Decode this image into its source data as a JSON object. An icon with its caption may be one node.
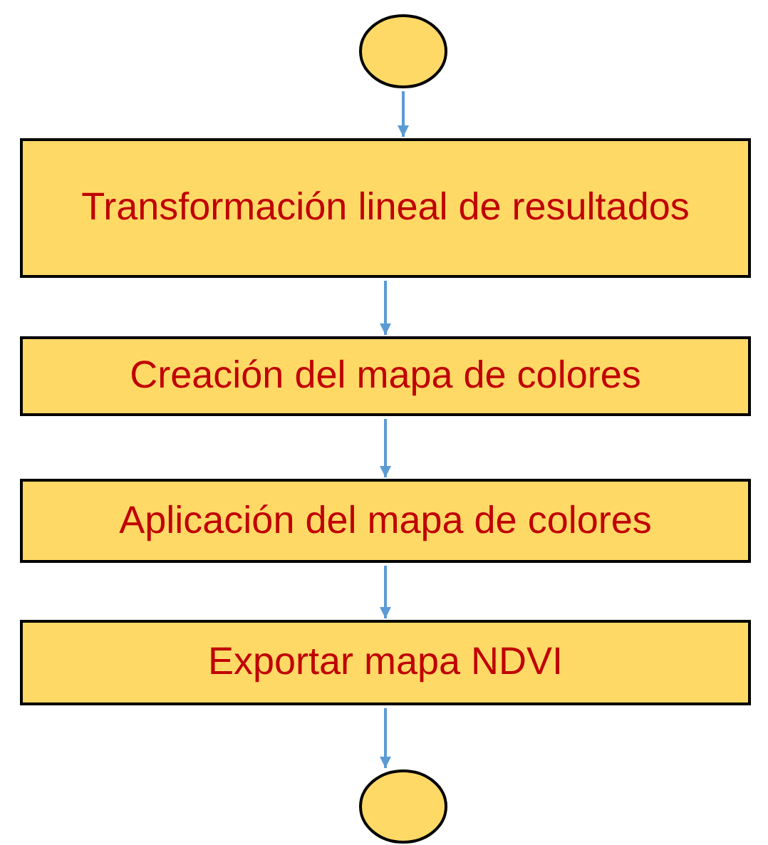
{
  "diagram": {
    "nodes": [
      {
        "text": [],
        "shape": "circle"
      },
      {
        "text": [
          "Transformación lineal de resultados"
        ]
      },
      {
        "text": [
          "Creación del mapa de colores"
        ]
      },
      {
        "text": [
          "Aplicación del mapa de colores"
        ]
      },
      {
        "text": [
          "Exportar mapa NDVI"
        ]
      },
      {
        "text": [],
        "shape": "circle"
      }
    ],
    "edges": [
      {
        "from": 0,
        "to": 1,
        "arrow": "to"
      },
      {
        "from": 1,
        "to": 2,
        "arrow": "to"
      },
      {
        "from": 2,
        "to": 3,
        "arrow": "to"
      },
      {
        "from": 3,
        "to": 4,
        "arrow": "to"
      },
      {
        "from": 4,
        "to": 5,
        "arrow": "to"
      }
    ]
  }
}
